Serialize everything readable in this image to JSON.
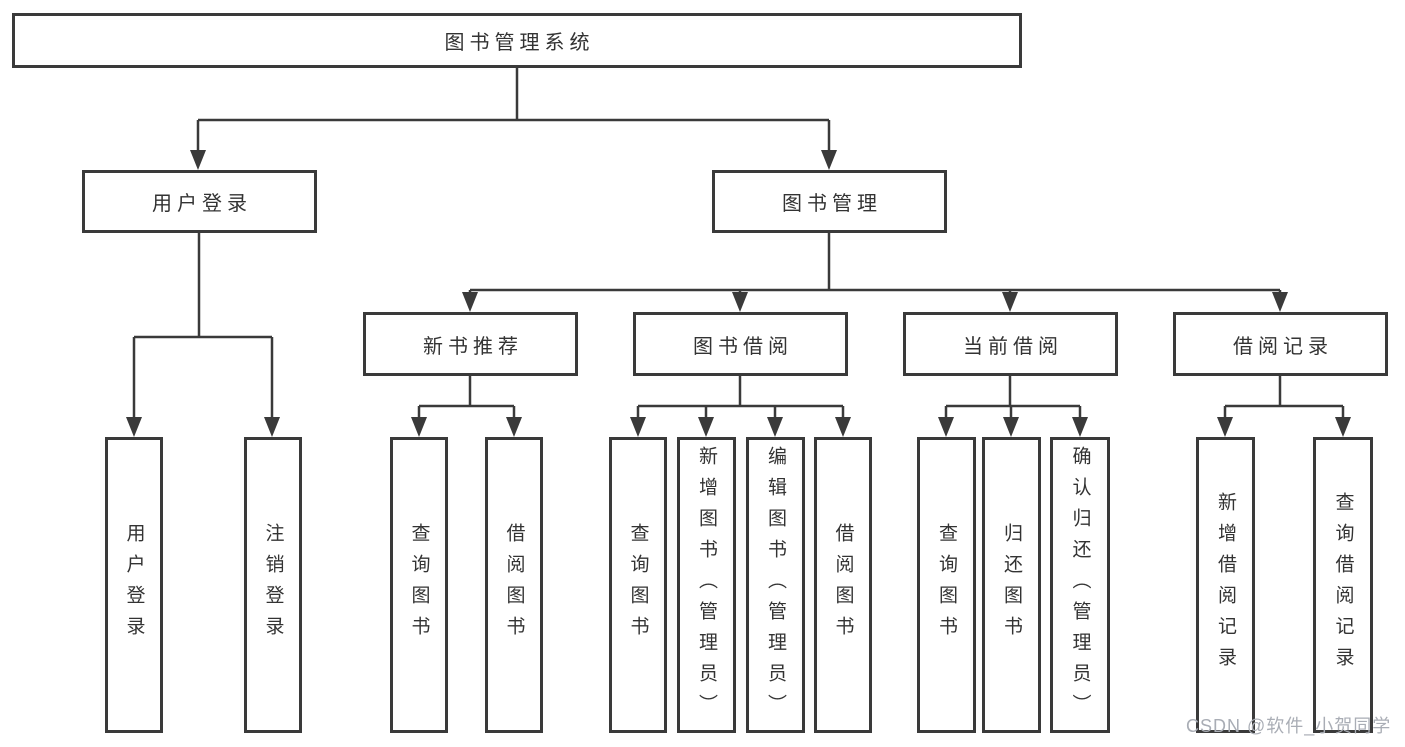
{
  "diagram": {
    "title": "图书管理系统",
    "type": "hierarchy-tree",
    "nodes": {
      "system": {
        "label": "图书管理系统"
      },
      "user_login": {
        "label": "用户登录"
      },
      "book_mgmt": {
        "label": "图书管理"
      },
      "new_book_rec": {
        "label": "新书推荐"
      },
      "book_borrow": {
        "label": "图书借阅"
      },
      "current_borrow": {
        "label": "当前借阅"
      },
      "borrow_record": {
        "label": "借阅记录"
      },
      "ul_login": {
        "label": "用户登录"
      },
      "ul_logout": {
        "label": "注销登录"
      },
      "nbr_query_book": {
        "label": "查询图书"
      },
      "nbr_borrow_book": {
        "label": "借阅图书"
      },
      "bb_query_book": {
        "label": "查询图书"
      },
      "bb_add_book_admin": {
        "label": "新增图书（管理员）"
      },
      "bb_edit_book_admin": {
        "label": "编辑图书（管理员）"
      },
      "bb_borrow_book": {
        "label": "借阅图书"
      },
      "cb_query_book": {
        "label": "查询图书"
      },
      "cb_return_book": {
        "label": "归还图书"
      },
      "cb_confirm_return_admin": {
        "label": "确认归还（管理员）"
      },
      "br_add_record": {
        "label": "新增借阅记录"
      },
      "br_query_record": {
        "label": "查询借阅记录"
      }
    },
    "hierarchy": {
      "图书管理系统": {
        "用户登录": [
          "用户登录",
          "注销登录"
        ],
        "图书管理": {
          "新书推荐": [
            "查询图书",
            "借阅图书"
          ],
          "图书借阅": [
            "查询图书",
            "新增图书（管理员）",
            "编辑图书（管理员）",
            "借阅图书"
          ],
          "当前借阅": [
            "查询图书",
            "归还图书",
            "确认归还（管理员）"
          ],
          "借阅记录": [
            "新增借阅记录",
            "查询借阅记录"
          ]
        }
      }
    },
    "colors": {
      "line": "#3a3a3a",
      "box_border": "#3a3a3a",
      "box_fill": "#ffffff",
      "text": "#333333",
      "background": "#ffffff",
      "watermark": "#a9adb5"
    }
  },
  "watermark": {
    "text": "CSDN @软件_小贺同学"
  }
}
